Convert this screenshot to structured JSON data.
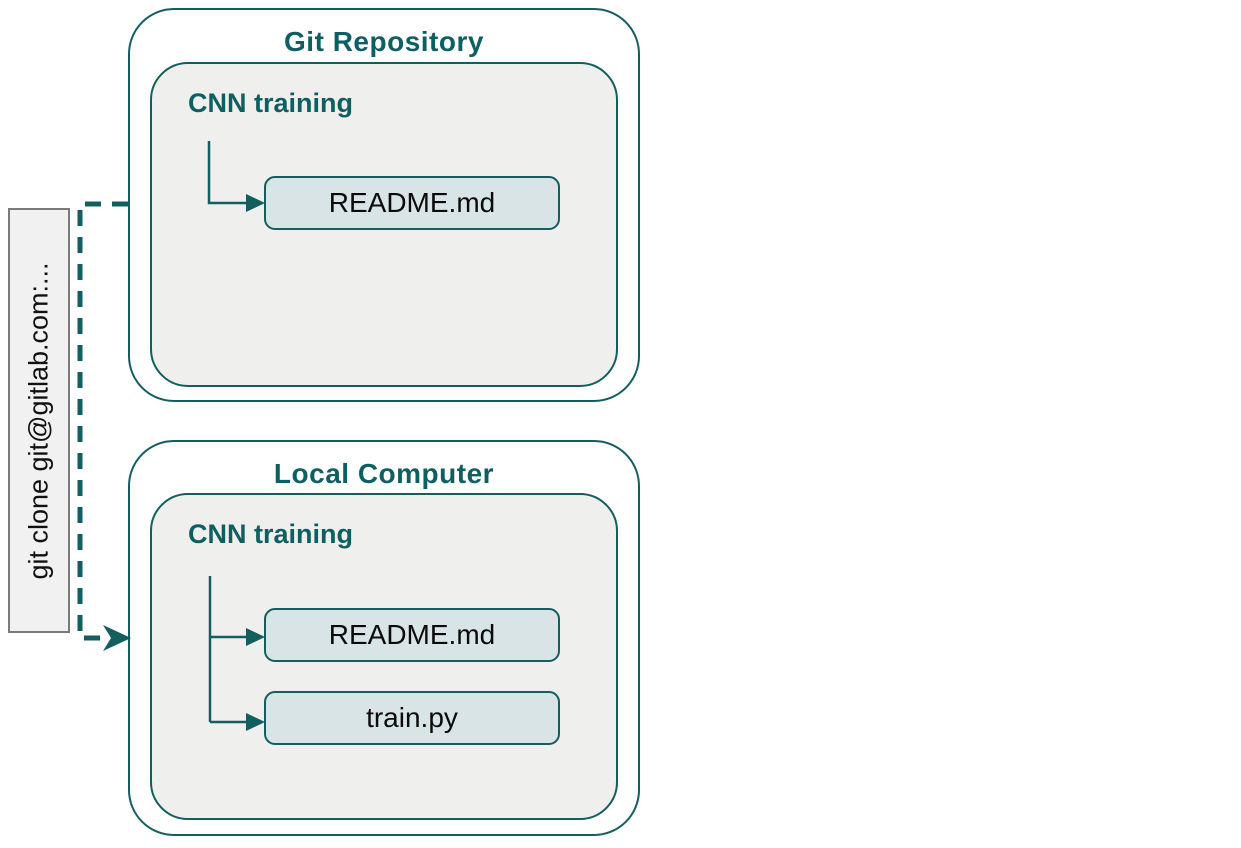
{
  "diagram": {
    "git_repository": {
      "title": "Git Repository",
      "folder_label": "CNN training",
      "files": [
        {
          "name": "README.md"
        }
      ]
    },
    "local_computer": {
      "title": "Local Computer",
      "folder_label": "CNN training",
      "files": [
        {
          "name": "README.md"
        },
        {
          "name": "train.py"
        }
      ]
    },
    "clone_label": "git clone git@gitlab.com:...",
    "colors": {
      "teal_line": "#135e5e",
      "teal_text": "#0e5f62",
      "folder_fill": "#efefed",
      "file_fill": "#d9e4e6",
      "clone_label_fill": "#f1f1f1",
      "clone_label_border": "#7a7a7a",
      "file_text": "#0b0b0b",
      "background": "#ffffff"
    }
  }
}
